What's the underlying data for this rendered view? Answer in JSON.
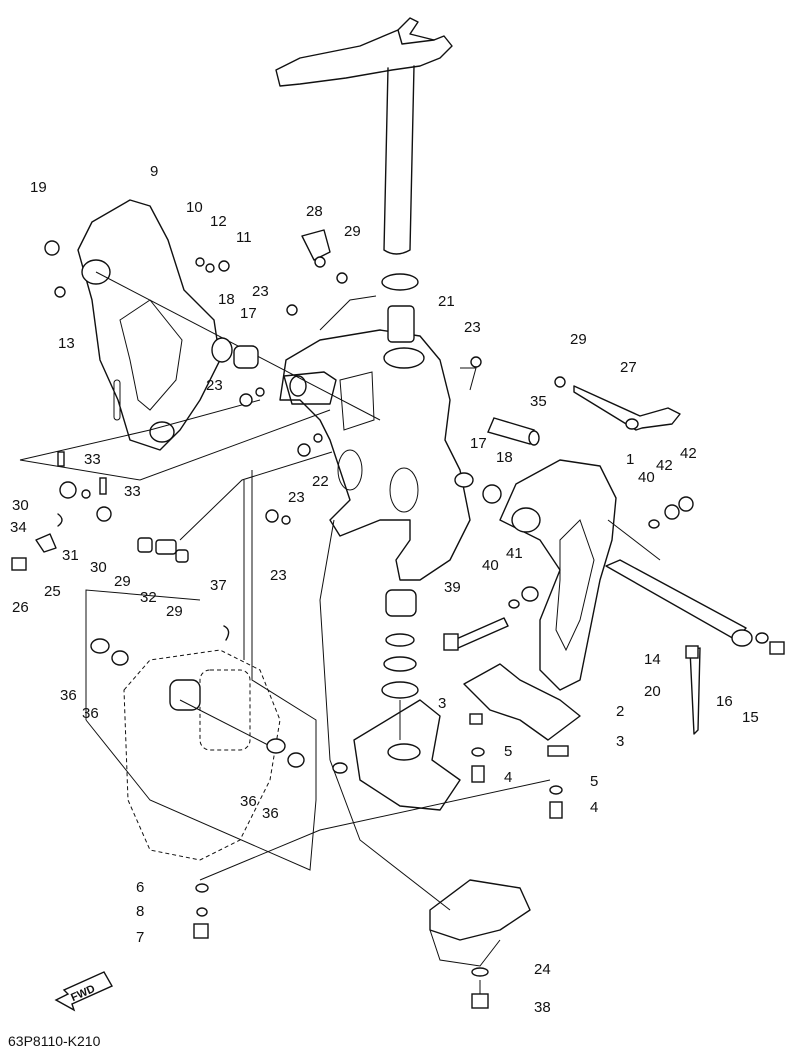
{
  "diagram_code": "63P8110-K210",
  "fwd_label": "FWD",
  "callouts": [
    {
      "id": "c1",
      "label": "1"
    },
    {
      "id": "c2",
      "label": "2"
    },
    {
      "id": "c3a",
      "label": "3"
    },
    {
      "id": "c3b",
      "label": "3"
    },
    {
      "id": "c4a",
      "label": "4"
    },
    {
      "id": "c4b",
      "label": "4"
    },
    {
      "id": "c5a",
      "label": "5"
    },
    {
      "id": "c5b",
      "label": "5"
    },
    {
      "id": "c6",
      "label": "6"
    },
    {
      "id": "c7",
      "label": "7"
    },
    {
      "id": "c8",
      "label": "8"
    },
    {
      "id": "c9",
      "label": "9"
    },
    {
      "id": "c10",
      "label": "10"
    },
    {
      "id": "c11",
      "label": "11"
    },
    {
      "id": "c12",
      "label": "12"
    },
    {
      "id": "c13",
      "label": "13"
    },
    {
      "id": "c14",
      "label": "14"
    },
    {
      "id": "c15",
      "label": "15"
    },
    {
      "id": "c16",
      "label": "16"
    },
    {
      "id": "c17a",
      "label": "17"
    },
    {
      "id": "c17b",
      "label": "17"
    },
    {
      "id": "c18a",
      "label": "18"
    },
    {
      "id": "c18b",
      "label": "18"
    },
    {
      "id": "c19",
      "label": "19"
    },
    {
      "id": "c20",
      "label": "20"
    },
    {
      "id": "c21",
      "label": "21"
    },
    {
      "id": "c22",
      "label": "22"
    },
    {
      "id": "c23a",
      "label": "23"
    },
    {
      "id": "c23b",
      "label": "23"
    },
    {
      "id": "c23c",
      "label": "23"
    },
    {
      "id": "c23d",
      "label": "23"
    },
    {
      "id": "c23e",
      "label": "23"
    },
    {
      "id": "c24",
      "label": "24"
    },
    {
      "id": "c25",
      "label": "25"
    },
    {
      "id": "c26",
      "label": "26"
    },
    {
      "id": "c27",
      "label": "27"
    },
    {
      "id": "c28",
      "label": "28"
    },
    {
      "id": "c29a",
      "label": "29"
    },
    {
      "id": "c29b",
      "label": "29"
    },
    {
      "id": "c29c",
      "label": "29"
    },
    {
      "id": "c29d",
      "label": "29"
    },
    {
      "id": "c30a",
      "label": "30"
    },
    {
      "id": "c30b",
      "label": "30"
    },
    {
      "id": "c31",
      "label": "31"
    },
    {
      "id": "c32",
      "label": "32"
    },
    {
      "id": "c33a",
      "label": "33"
    },
    {
      "id": "c33b",
      "label": "33"
    },
    {
      "id": "c34",
      "label": "34"
    },
    {
      "id": "c35",
      "label": "35"
    },
    {
      "id": "c36a",
      "label": "36"
    },
    {
      "id": "c36b",
      "label": "36"
    },
    {
      "id": "c36c",
      "label": "36"
    },
    {
      "id": "c36d",
      "label": "36"
    },
    {
      "id": "c37",
      "label": "37"
    },
    {
      "id": "c38",
      "label": "38"
    },
    {
      "id": "c39",
      "label": "39"
    },
    {
      "id": "c40a",
      "label": "40"
    },
    {
      "id": "c40b",
      "label": "40"
    },
    {
      "id": "c41",
      "label": "41"
    },
    {
      "id": "c42a",
      "label": "42"
    },
    {
      "id": "c42b",
      "label": "42"
    }
  ]
}
